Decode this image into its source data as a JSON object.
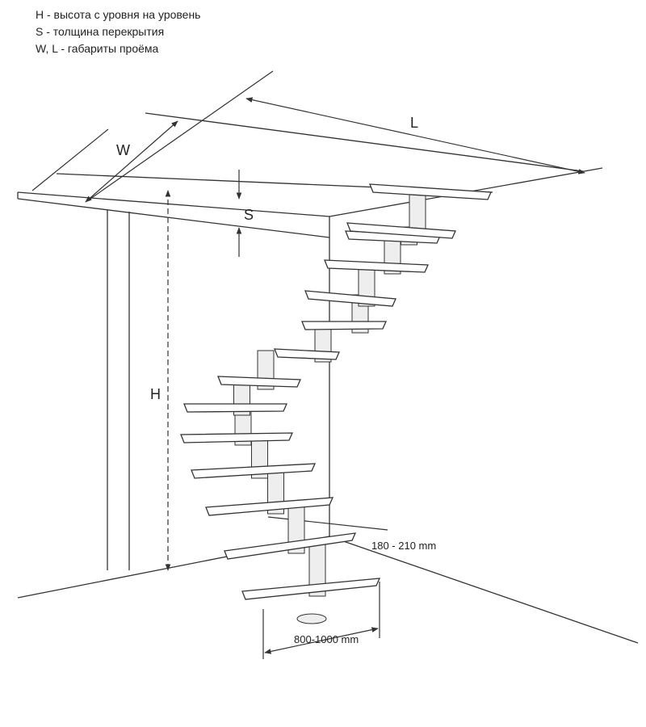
{
  "legend": [
    "H - высота с уровня на уровень",
    "S - толщина перекрытия",
    "W, L - габариты проёма"
  ],
  "labels": {
    "W": "W",
    "L": "L",
    "S": "S",
    "H": "H",
    "rise": "180 - 210 mm",
    "width": "800-1000 mm"
  },
  "steps": 14,
  "colors": {
    "line": "#333333",
    "tread": "#ffffff",
    "post": "#eeeeee"
  }
}
